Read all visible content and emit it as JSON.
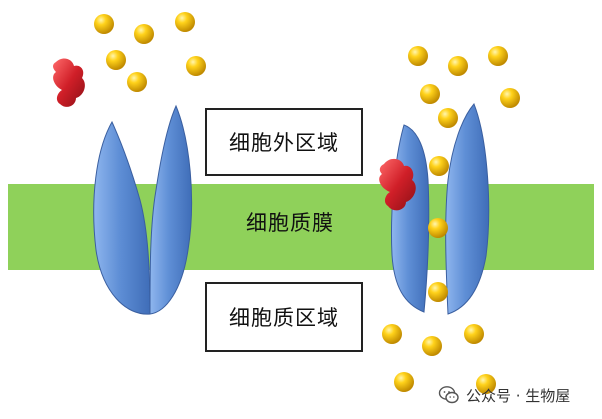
{
  "labels": {
    "extracellular": "细胞外区域",
    "membrane": "细胞质膜",
    "cytoplasmic": "细胞质区域"
  },
  "watermark": {
    "text": "公众号 · 生物屋",
    "icon": "wechat-icon"
  },
  "colors": {
    "membrane": "#8fd15a",
    "channel": "#5f8fd6",
    "solute": "#f2c000",
    "ligand": "#c8202a",
    "border": "#222222"
  }
}
